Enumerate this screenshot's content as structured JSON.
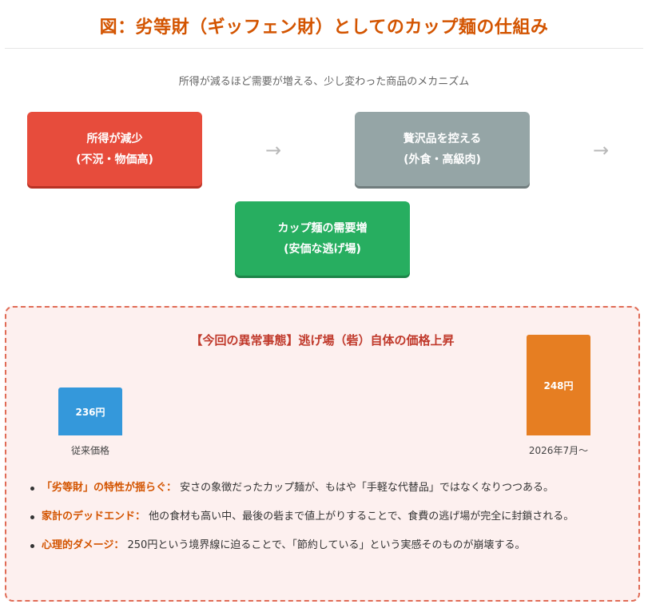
{
  "header": {
    "title": "図：劣等財（ギッフェン財）としてのカップ麺の仕組み",
    "subtitle": "所得が減るほど需要が増える、少し変わった商品のメカニズム"
  },
  "flow": {
    "steps": [
      {
        "line1": "所得が減少",
        "line2": "(不況・物価高)",
        "color": "#e74c3c"
      },
      {
        "line1": "贅沢品を控える",
        "line2": "(外食・高級肉)",
        "color": "#95a5a6"
      },
      {
        "line1": "カップ麺の需要増",
        "line2": "(安価な逃げ場)",
        "color": "#27ae60"
      }
    ],
    "arrow": "→"
  },
  "panel": {
    "title": "【今回の異常事態】逃げ場（砦）自体の価格上昇",
    "chart_data": {
      "type": "bar",
      "categories": [
        "従来価格",
        "2026年7月～"
      ],
      "values": [
        236,
        248
      ],
      "value_labels": [
        "236円",
        "248円"
      ],
      "colors": [
        "#3498db",
        "#e67e22"
      ]
    },
    "points": [
      {
        "label": "「劣等財」の特性が揺らぐ：",
        "text": "安さの象徴だったカップ麺が、もはや「手軽な代替品」ではなくなりつつある。"
      },
      {
        "label": "家計のデッドエンド：",
        "text": "他の食材も高い中、最後の砦まで値上がりすることで、食費の逃げ場が完全に封鎖される。"
      },
      {
        "label": "心理的ダメージ：",
        "text": "250円という境界線に迫ることで、「節約している」という実感そのものが崩壊する。"
      }
    ]
  }
}
